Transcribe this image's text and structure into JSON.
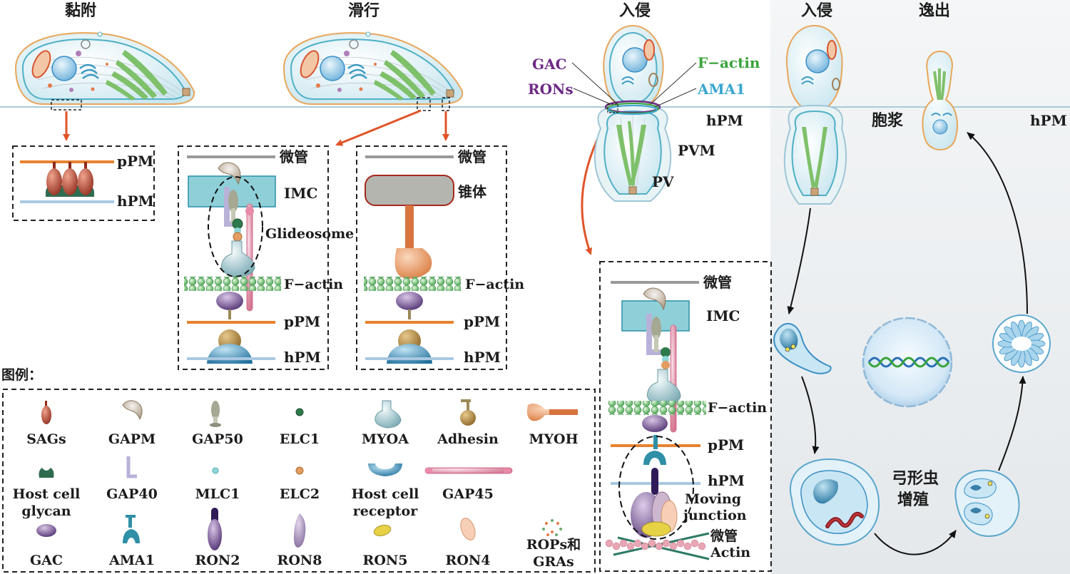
{
  "stage_titles": {
    "attachment": "黏附",
    "gliding": "滑行",
    "invasion": "入侵",
    "cycle_invasion": "入侵",
    "egress": "逸出"
  },
  "labels": {
    "pPM": "pPM",
    "hPM": "hPM",
    "microtubule": "微管",
    "IMC": "IMC",
    "glideosome": "Glideosome",
    "f_actin": "F−actin",
    "conoid": "锥体",
    "gac": "GAC",
    "rons": "RONs",
    "f_actin_color": "F−actin",
    "ama1": "AMA1",
    "pvm": "PVM",
    "pv": "PV",
    "cytoplasm": "胞浆",
    "moving_junction_1": "Moving",
    "moving_junction_2": "junction",
    "actin": "Actin",
    "replication_1": "弓形虫",
    "replication_2": "增殖"
  },
  "legend": {
    "title": "图例：",
    "items": [
      {
        "id": "sags",
        "line1": "SAGs",
        "line2": ""
      },
      {
        "id": "gapm",
        "line1": "GAPM",
        "line2": ""
      },
      {
        "id": "gap50",
        "line1": "GAP50",
        "line2": ""
      },
      {
        "id": "elc1",
        "line1": "ELC1",
        "line2": ""
      },
      {
        "id": "myoa",
        "line1": "MYOA",
        "line2": ""
      },
      {
        "id": "adhesin",
        "line1": "Adhesin",
        "line2": ""
      },
      {
        "id": "myoh",
        "line1": "MYOH",
        "line2": ""
      },
      {
        "id": "glycan",
        "line1": "Host cell",
        "line2": "glycan"
      },
      {
        "id": "gap40",
        "line1": "GAP40",
        "line2": ""
      },
      {
        "id": "mlc1",
        "line1": "MLC1",
        "line2": ""
      },
      {
        "id": "elc2",
        "line1": "ELC2",
        "line2": ""
      },
      {
        "id": "receptor",
        "line1": "Host cell",
        "line2": "receptor"
      },
      {
        "id": "gap45",
        "line1": "GAP45",
        "line2": ""
      },
      {
        "id": "gac",
        "line1": "GAC",
        "line2": ""
      },
      {
        "id": "ama1",
        "line1": "AMA1",
        "line2": ""
      },
      {
        "id": "ron2",
        "line1": "RON2",
        "line2": ""
      },
      {
        "id": "ron8",
        "line1": "RON8",
        "line2": ""
      },
      {
        "id": "ron5",
        "line1": "RON5",
        "line2": ""
      },
      {
        "id": "ron4",
        "line1": "RON4",
        "line2": ""
      },
      {
        "id": "rops",
        "line1": "ROPs和",
        "line2": "GRAs"
      }
    ]
  },
  "colors": {
    "accent_arrow": "#e0542a",
    "pPM": "#e8822e",
    "hPM": "#a9c8e2",
    "imc": "#8fd0d8",
    "panel_bg": "#eef1f3",
    "f_actin_green": "#3aa33a",
    "ama1_cyan": "#3ba6cf",
    "gac_purple": "#6d2a86"
  }
}
